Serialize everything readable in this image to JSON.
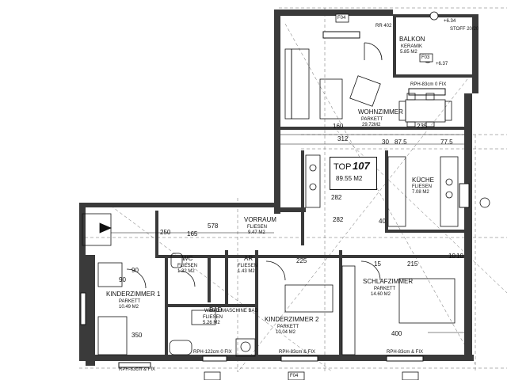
{
  "apartment": {
    "label": "TOP",
    "number": "107",
    "area": "89.55 M2"
  },
  "rooms": {
    "balkon": {
      "name": "BALKON",
      "material": "KERAMIK",
      "area": "5.85 M2"
    },
    "wohn": {
      "name": "WOHNZIMMER",
      "material": "PARKETT",
      "area": "29.72M2"
    },
    "kueche": {
      "name": "KÜCHE",
      "material": "FLIESEN",
      "area": "7.08 M2"
    },
    "vorraum": {
      "name": "VORRAUM",
      "material": "FLIESEN",
      "area": "9.47 M2"
    },
    "wc": {
      "name": "WC",
      "material": "FLIESEN",
      "area": "1.32 M2"
    },
    "ar": {
      "name": "AR",
      "material": "FLIESEN",
      "area": "1.43 M2"
    },
    "bad": {
      "name": "BAD",
      "material": "FLIESEN",
      "area": "5.26 M2"
    },
    "kinder1": {
      "name": "KINDERZIMMER 1",
      "material": "PARKETT",
      "area": "10.49 M2"
    },
    "kinder2": {
      "name": "KINDERZIMMER 2",
      "material": "PARKETT",
      "area": "10.04 M2"
    },
    "schlaf": {
      "name": "SCHLAFZIMMER",
      "material": "PARKETT",
      "area": "14.60 M2"
    }
  },
  "markers": {
    "f04_top": "F04",
    "f03": "F03",
    "f04_bottom": "F04",
    "rr": "RR 402"
  },
  "notes": {
    "window_top": "RPH-83cm 0 FIX",
    "window_b1": "RPH-122cm 0 FIX",
    "window_b2": "RPH-83cm & FIX",
    "window_b3": "RPH-83cm & FIX",
    "window_b4": "RPH-83cm & FIX",
    "level_top": "+6.34",
    "level_mid": "+6.37",
    "stoff": "STOFF 20/20",
    "install": "WASCHMASCHINE BAD"
  },
  "dims": {
    "d160": "160",
    "d312": "312",
    "d30": "30",
    "d87": "87.5",
    "d235": "235",
    "d775": "77.5",
    "d90a": "90",
    "d90b": "90",
    "d250": "250",
    "d165": "165",
    "d578": "578",
    "d282": "282",
    "d282b": "282",
    "d40": "40",
    "d10": "10",
    "d400": "400",
    "d215": "215",
    "d225": "225",
    "d10b": "10",
    "d15": "15",
    "d350": "350"
  }
}
